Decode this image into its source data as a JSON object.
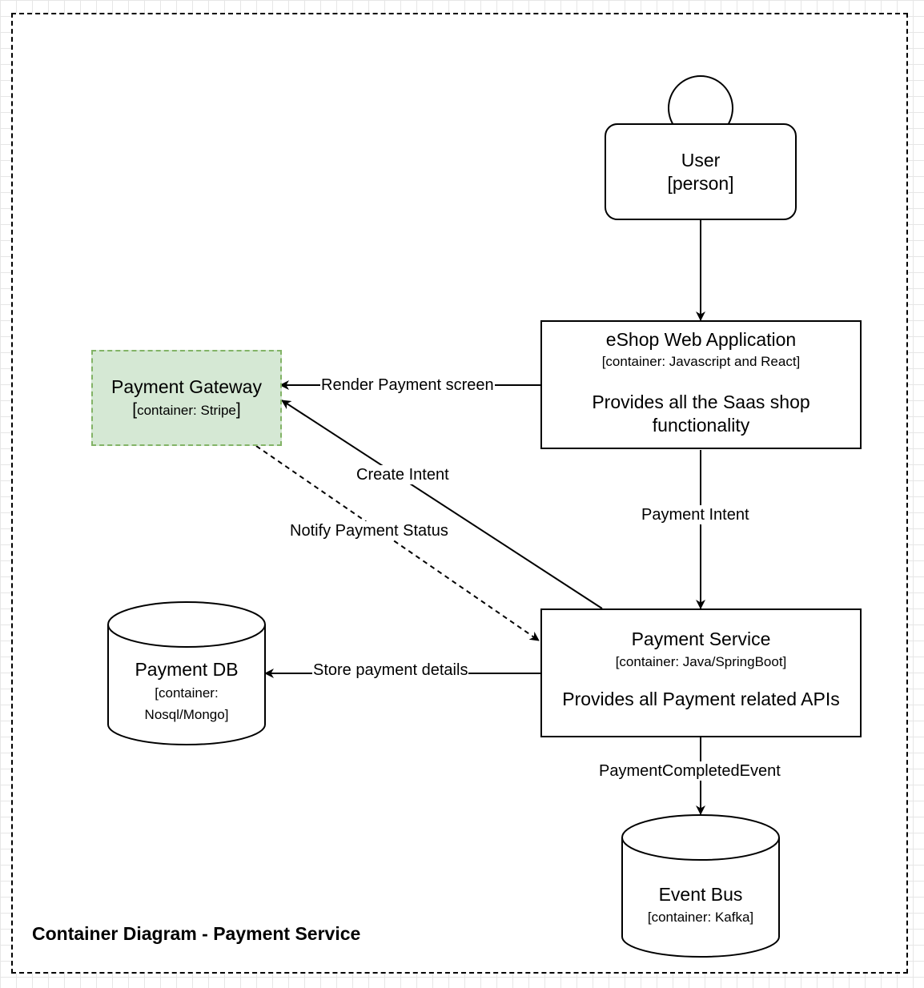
{
  "title": "Container Diagram - Payment Service",
  "nodes": {
    "user": {
      "name": "User",
      "type": "[person]"
    },
    "web_app": {
      "name": "eShop Web Application",
      "tech": "[container: Javascript and React]",
      "desc_line1": "Provides all the Saas shop",
      "desc_line2": "functionality"
    },
    "gateway": {
      "name": "Payment Gateway",
      "tech_open": "[",
      "tech": "container: Stripe",
      "tech_close": "]"
    },
    "payment_service": {
      "name": "Payment Service",
      "tech": "[container: Java/SpringBoot]",
      "desc": "Provides all Payment related APIs"
    },
    "payment_db": {
      "name": "Payment DB",
      "tech_line1": "[container:",
      "tech_line2": "Nosql/Mongo]"
    },
    "event_bus": {
      "name": "Event Bus",
      "tech": "[container: Kafka]"
    }
  },
  "edges": {
    "render": "Render Payment screen",
    "create_intent": "Create Intent",
    "notify": "Notify Payment Status",
    "payment_intent": "Payment Intent",
    "store": "Store payment details",
    "completed": "PaymentCompletedEvent"
  },
  "colors": {
    "gateway_fill": "#d5e8d4",
    "gateway_stroke": "#82b366",
    "stroke": "#000000"
  }
}
